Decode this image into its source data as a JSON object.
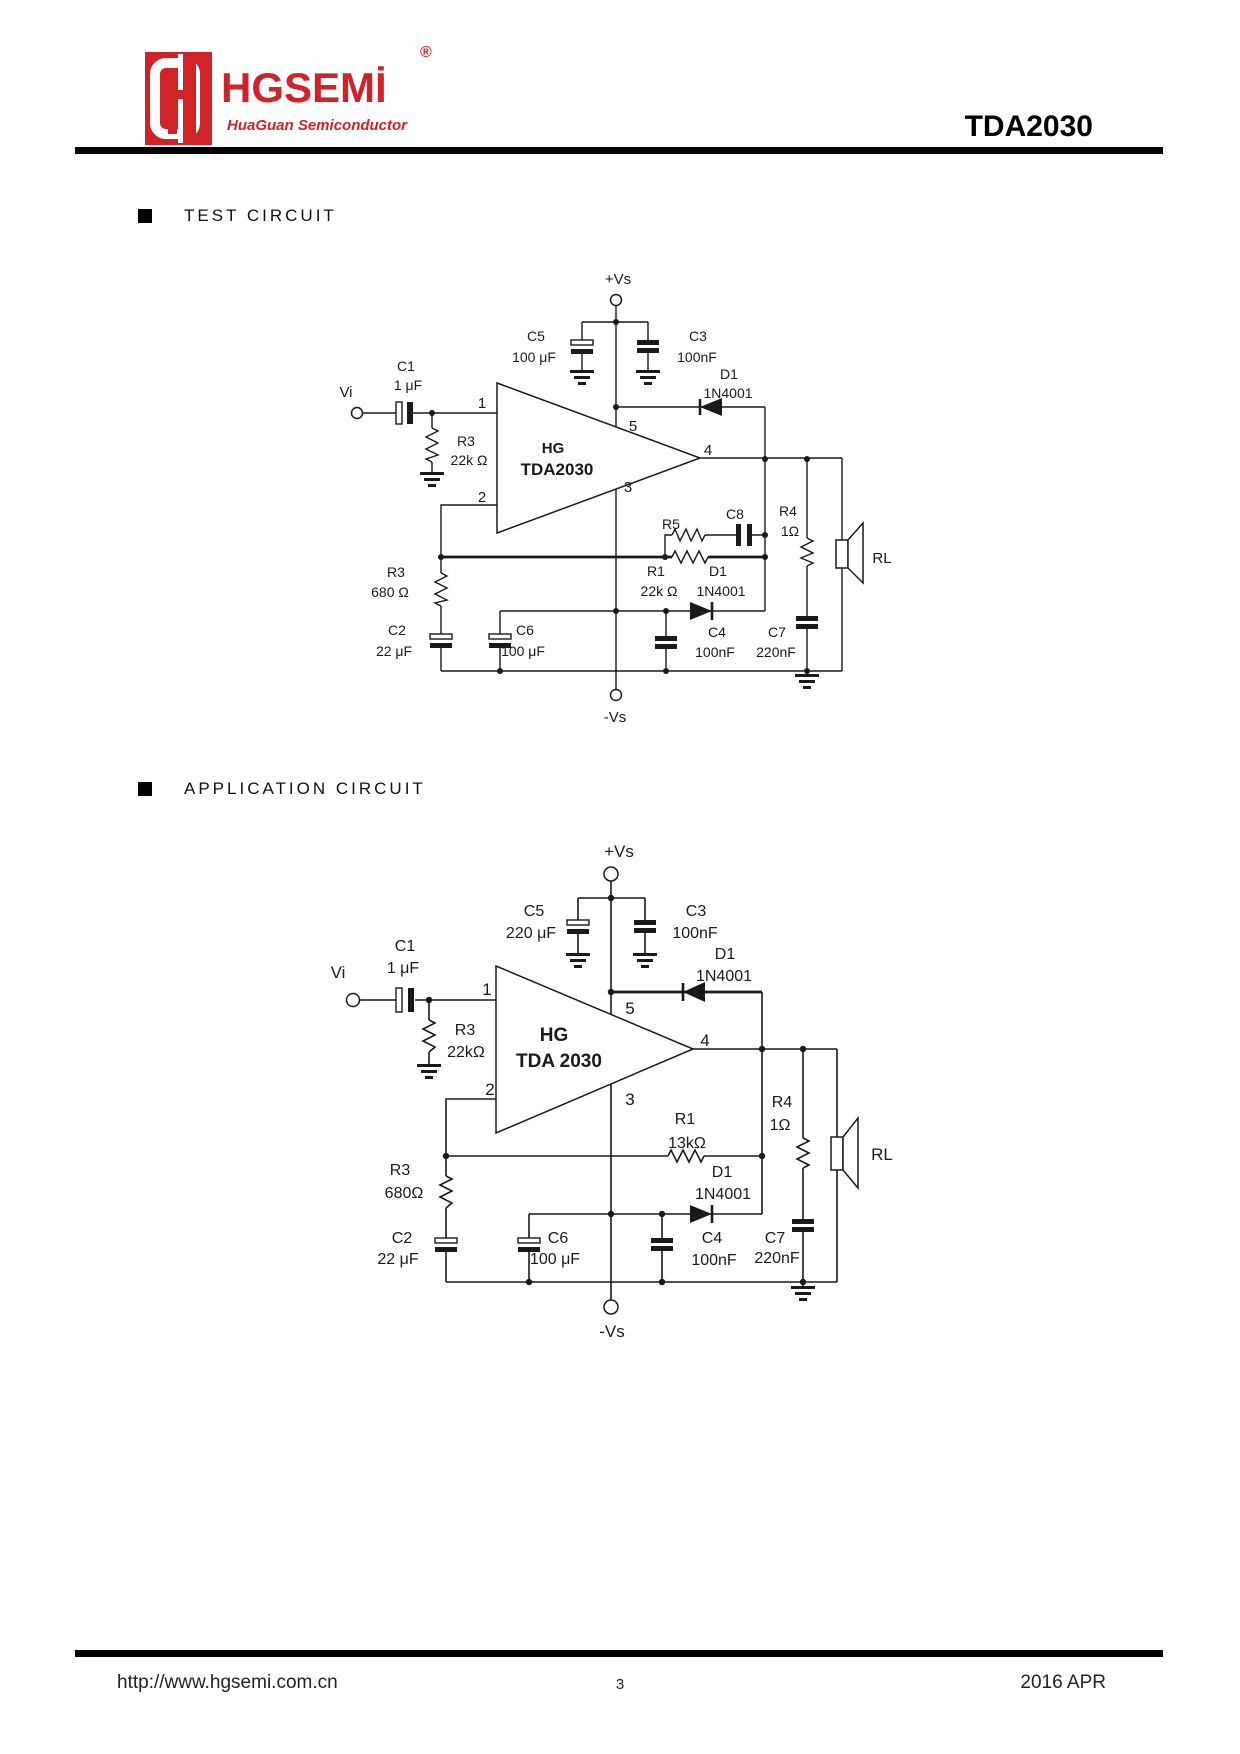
{
  "header": {
    "brand": "HGSEMİ",
    "registered": "®",
    "tagline": "HuaGuan Semiconductor",
    "part_number": "TDA2030",
    "brand_color": "#cf2328"
  },
  "sections": {
    "test_title": "TEST CIRCUIT",
    "app_title": "APPLICATION CIRCUIT"
  },
  "test_circuit": {
    "vs_plus": "+Vs",
    "vs_minus": "-Vs",
    "vi": "Vi",
    "rl": "RL",
    "chip_line1": "HG",
    "chip_line2": "TDA2030",
    "pin1": "1",
    "pin2": "2",
    "pin3": "3",
    "pin4": "4",
    "pin5": "5",
    "c1": "C1",
    "c1_val": "1 μF",
    "c2": "C2",
    "c2_val": "22 μF",
    "c3": "C3",
    "c3_val": "100nF",
    "c4": "C4",
    "c4_val": "100nF",
    "c5": "C5",
    "c5_val": "100 μF",
    "c6": "C6",
    "c6_val": "100 μF",
    "c7": "C7",
    "c7_val": "220nF",
    "c8": "C8",
    "r1": "R1",
    "r1_val": "22k Ω",
    "r3_in": "R3",
    "r3_in_val": "22k Ω",
    "r3_fb": "R3",
    "r3_fb_val": "680 Ω",
    "r4": "R4",
    "r4_val": "1Ω",
    "r5": "R5",
    "d1_top": "D1",
    "d1_top_val": "1N4001",
    "d1_bot": "D1",
    "d1_bot_val": "1N4001"
  },
  "app_circuit": {
    "vs_plus": "+Vs",
    "vs_minus": "-Vs",
    "vi": "Vi",
    "rl": "RL",
    "chip_line1": "HG",
    "chip_line2": "TDA 2030",
    "pin1": "1",
    "pin2": "2",
    "pin3": "3",
    "pin4": "4",
    "pin5": "5",
    "c1": "C1",
    "c1_val": "1 μF",
    "c2": "C2",
    "c2_val": "22 μF",
    "c3": "C3",
    "c3_val": "100nF",
    "c4": "C4",
    "c4_val": "100nF",
    "c5": "C5",
    "c5_val": "220 μF",
    "c6": "C6",
    "c6_val": "100 μF",
    "c7": "C7",
    "c7_val": "220nF",
    "r1": "R1",
    "r1_val": "13kΩ",
    "r3_in": "R3",
    "r3_in_val": "22kΩ",
    "r3_fb": "R3",
    "r3_fb_val": "680Ω",
    "r4": "R4",
    "r4_val": "1Ω",
    "d1_top": "D1",
    "d1_top_val": "1N4001",
    "d1_bot": "D1",
    "d1_bot_val": "1N4001"
  },
  "footer": {
    "url": "http://www.hgsemi.com.cn",
    "page": "3",
    "date": "2016 APR"
  }
}
